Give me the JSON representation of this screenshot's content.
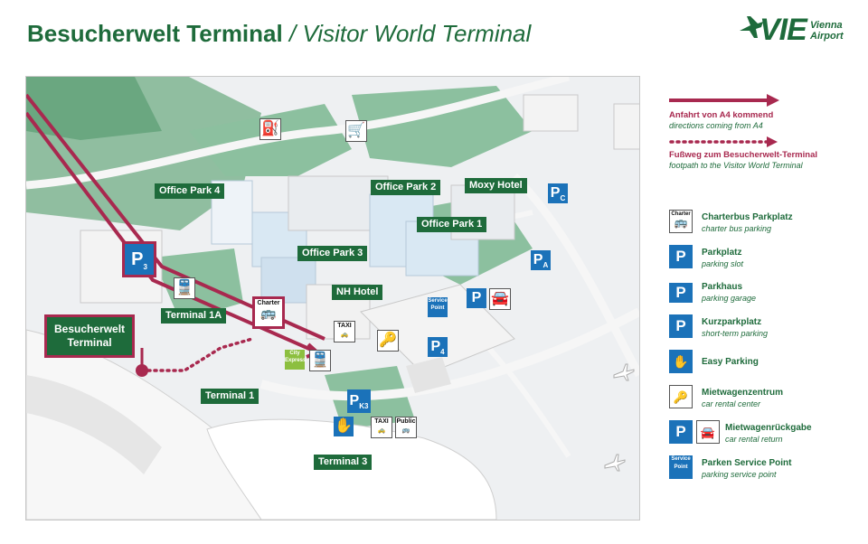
{
  "header": {
    "title_de": "Besucherwelt Terminal",
    "separator": "/",
    "title_en": "Visitor World Terminal"
  },
  "logo": {
    "brand": "VIE",
    "city_line1": "Vienna",
    "city_line2": "Airport"
  },
  "map": {
    "labels": {
      "office_park_4": "Office Park 4",
      "office_park_2": "Office Park 2",
      "office_park_1": "Office Park 1",
      "office_park_3": "Office Park 3",
      "moxy_hotel": "Moxy Hotel",
      "nh_hotel": "NH Hotel",
      "terminal_1a": "Terminal 1A",
      "terminal_1": "Terminal 1",
      "terminal_3": "Terminal 3",
      "visitor_world_line1": "Besucherwelt",
      "visitor_world_line2": "Terminal"
    },
    "icon_texts": {
      "p": "P",
      "p3_sub": "3",
      "p4_sub": "4",
      "pa_sub": "A",
      "pc_sub": "C",
      "k3_sub": "K3",
      "charter": "Charter",
      "taxi": "TAXI",
      "public": "Public",
      "service_point": "Service Point",
      "city_express": "City Express"
    }
  },
  "legend": {
    "route_a4": {
      "de": "Anfahrt von A4 kommend",
      "en": "directions coming from A4",
      "color": "#a8294f"
    },
    "footpath": {
      "de": "Fußweg zum Besucherwelt-Terminal",
      "en": "footpath to the Visitor World Terminal",
      "color": "#a8294f"
    },
    "items": [
      {
        "icon": "charter-bus-icon",
        "icon_text": "Charter",
        "de": "Charterbus Parkplatz",
        "en": "charter bus parking"
      },
      {
        "icon": "parking-icon",
        "icon_text": "P",
        "de": "Parkplatz",
        "en": "parking slot"
      },
      {
        "icon": "parking-garage-icon",
        "icon_text": "P",
        "de": "Parkhaus",
        "en": "parking garage"
      },
      {
        "icon": "short-term-parking-icon",
        "icon_text": "P",
        "de": "Kurzparkplatz",
        "en": "short-term parking"
      },
      {
        "icon": "easy-parking-icon",
        "icon_text": "",
        "de": "Easy Parking",
        "en": ""
      },
      {
        "icon": "car-rental-icon",
        "icon_text": "",
        "de": "Mietwagenzentrum",
        "en": "car rental center"
      },
      {
        "icon": "car-rental-return-icon",
        "icon_text": "P",
        "de": "Mietwagenrückgabe",
        "en": "car rental return"
      },
      {
        "icon": "parking-service-point-icon",
        "icon_text": "Service Point",
        "de": "Parken Service Point",
        "en": "parking service point"
      }
    ]
  },
  "colors": {
    "brand_green": "#1e6b3b",
    "route_red": "#a8294f",
    "parking_blue": "#1b72b9"
  }
}
